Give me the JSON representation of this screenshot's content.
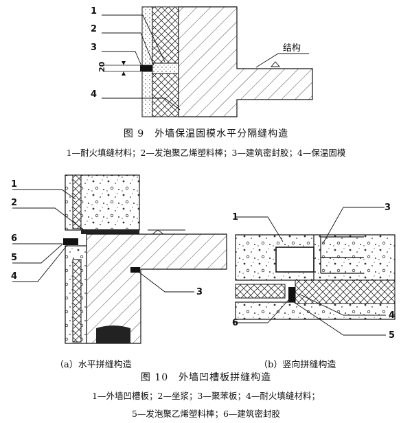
{
  "fig9": {
    "title": "图 9　外墙保温固模水平分隔缝构造",
    "legend": "1—耐火填缝材料；2—发泡聚乙烯塑料棒；3—建筑密封胶；4—保温固模",
    "labels": [
      "1",
      "2",
      "3",
      "4"
    ],
    "dimension": "20",
    "structure_label": "结构"
  },
  "fig10": {
    "title": "图 10　外墙凹槽板拼缝构造",
    "legend_line1": "1—外墙凹槽板；2—坐浆；3—聚苯板；4—耐火填缝材料；",
    "legend_line2": "5—发泡聚乙烯塑料棒；6—建筑密封胶",
    "sub_a": "（a）水平拼缝构造",
    "sub_b": "（b）竖向拼缝构造",
    "labels_a": [
      "1",
      "2",
      "6",
      "5",
      "4",
      "3"
    ],
    "labels_b": [
      "1",
      "3",
      "6",
      "4",
      "5"
    ]
  }
}
